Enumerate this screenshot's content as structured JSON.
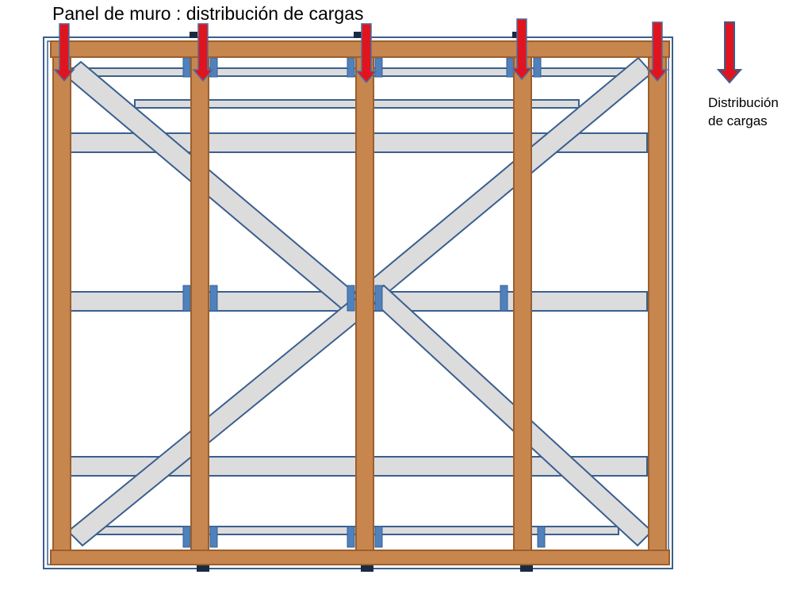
{
  "title": "Panel de muro : distribución de cargas",
  "legend": {
    "line1": "Distribución",
    "line2": "de cargas",
    "arrow_icon": "down-arrow-icon"
  },
  "colors": {
    "wood": "#c8864f",
    "wood_dark": "#9a5f2e",
    "steel_fill": "#dcdcdc",
    "steel_stroke": "#3a5f8f",
    "bracket": "#4f81bd",
    "arrow_fill": "#e0141e",
    "arrow_stroke": "#4f6f9f",
    "legend_arrow_stroke": "#3a5f8f"
  },
  "load_arrow_count": 5,
  "stud_count": 5
}
